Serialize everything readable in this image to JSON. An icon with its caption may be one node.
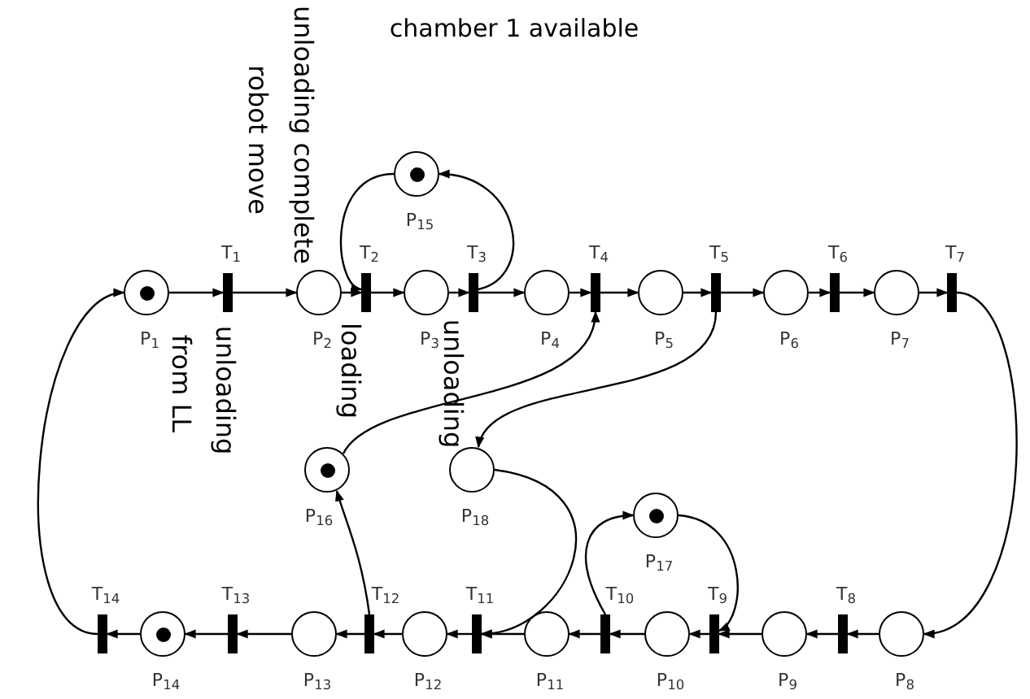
{
  "diagram": {
    "nodes": [
      {
        "text": [],
        "shape": "circle",
        "beside": [
          "P$_{1}$"
        ]
      },
      {
        "text": [],
        "shape": "circle",
        "beside": [
          "P$_{2}$"
        ]
      },
      {
        "text": [],
        "shape": "circle",
        "beside": [
          "P$_{3}$"
        ]
      },
      {
        "text": [],
        "shape": "circle",
        "beside": [
          "P$_{4}$"
        ]
      },
      {
        "text": [],
        "shape": "circle",
        "beside": [
          "P$_{5}$"
        ]
      },
      {
        "text": [],
        "shape": "circle",
        "beside": [
          "P$_{6}$"
        ]
      },
      {
        "text": [],
        "shape": "circle",
        "beside": [
          "P$_{7}$"
        ]
      },
      {
        "text": [],
        "shape": "circle",
        "beside": [
          "P$_{8}$"
        ]
      },
      {
        "text": [],
        "shape": "circle",
        "beside": [
          "P$_{9}$"
        ]
      },
      {
        "text": [],
        "shape": "circle",
        "beside": [
          "P$_{10}$"
        ]
      },
      {
        "text": [],
        "shape": "circle",
        "beside": [
          "P$_{11}$"
        ]
      },
      {
        "text": [],
        "shape": "circle",
        "beside": [
          "P$_{12}$"
        ]
      },
      {
        "text": [],
        "shape": "circle",
        "beside": [
          "P$_{13}$"
        ]
      },
      {
        "text": [],
        "shape": "circle",
        "beside": [
          "P$_{14}$"
        ]
      },
      {
        "text": [],
        "shape": "circle",
        "beside": [
          "P$_{15}$"
        ]
      },
      {
        "text": [],
        "shape": "circle",
        "beside": [
          "P$_{16}$"
        ]
      },
      {
        "text": [],
        "shape": "circle",
        "beside": [
          "P$_{17}$"
        ]
      },
      {
        "text": [],
        "shape": "circle",
        "beside": [
          "P$_{18}$"
        ]
      },
      {
        "text": [],
        "shape": "bar",
        "beside": [
          "T$_{1}$"
        ]
      },
      {
        "text": [],
        "shape": "bar",
        "beside": [
          "T$_{2}$"
        ]
      },
      {
        "text": [],
        "shape": "bar",
        "beside": [
          "T$_{3}$"
        ]
      },
      {
        "text": [],
        "shape": "bar",
        "beside": [
          "T$_{4}$"
        ]
      },
      {
        "text": [],
        "shape": "bar",
        "beside": [
          "T$_{5}$"
        ]
      },
      {
        "text": [],
        "shape": "bar",
        "beside": [
          "T$_{6}$"
        ]
      },
      {
        "text": [],
        "shape": "bar",
        "beside": [
          "T$_{7}$"
        ]
      },
      {
        "text": [],
        "shape": "bar",
        "beside": [
          "T$_{8}$"
        ]
      },
      {
        "text": [],
        "shape": "bar",
        "beside": [
          "T$_{9}$"
        ]
      },
      {
        "text": [],
        "shape": "bar",
        "beside": [
          "T$_{10}$"
        ]
      },
      {
        "text": [],
        "shape": "bar",
        "beside": [
          "T$_{11}$"
        ]
      },
      {
        "text": [],
        "shape": "bar",
        "beside": [
          "T$_{12}$"
        ]
      },
      {
        "text": [],
        "shape": "bar",
        "beside": [
          "T$_{13}$"
        ]
      },
      {
        "text": [],
        "shape": "bar",
        "beside": [
          "T$_{14}$"
        ]
      }
    ],
    "edges": [
      {
        "from": 0,
        "to": 18,
        "arrow": "to"
      },
      {
        "from": 18,
        "to": 1,
        "arrow": "to"
      },
      {
        "from": 1,
        "to": 19,
        "arrow": "to"
      },
      {
        "from": 19,
        "to": 2,
        "arrow": "to"
      },
      {
        "from": 2,
        "to": 20,
        "arrow": "to"
      },
      {
        "from": 20,
        "to": 3,
        "arrow": "to"
      },
      {
        "from": 3,
        "to": 21,
        "arrow": "to"
      },
      {
        "from": 21,
        "to": 4,
        "arrow": "to"
      },
      {
        "from": 4,
        "to": 22,
        "arrow": "to"
      },
      {
        "from": 22,
        "to": 5,
        "arrow": "to"
      },
      {
        "from": 5,
        "to": 23,
        "arrow": "to"
      },
      {
        "from": 23,
        "to": 6,
        "arrow": "to"
      },
      {
        "from": 6,
        "to": 24,
        "arrow": "to"
      },
      {
        "from": 24,
        "to": 7,
        "arrow": "to"
      },
      {
        "from": 7,
        "to": 25,
        "arrow": "to"
      },
      {
        "from": 25,
        "to": 8,
        "arrow": "to"
      },
      {
        "from": 8,
        "to": 26,
        "arrow": "to"
      },
      {
        "from": 26,
        "to": 9,
        "arrow": "to"
      },
      {
        "from": 9,
        "to": 27,
        "arrow": "to"
      },
      {
        "from": 27,
        "to": 10,
        "arrow": "to"
      },
      {
        "from": 10,
        "to": 28,
        "arrow": "to"
      },
      {
        "from": 28,
        "to": 11,
        "arrow": "to"
      },
      {
        "from": 11,
        "to": 29,
        "arrow": "to"
      },
      {
        "from": 29,
        "to": 12,
        "arrow": "to"
      },
      {
        "from": 12,
        "to": 30,
        "arrow": "to"
      },
      {
        "from": 30,
        "to": 13,
        "arrow": "to"
      },
      {
        "from": 13,
        "to": 31,
        "arrow": "to"
      },
      {
        "from": 31,
        "to": 0,
        "arrow": "to"
      },
      {
        "from": 14,
        "to": 19,
        "arrow": "to"
      },
      {
        "from": 20,
        "to": 14,
        "arrow": "to"
      },
      {
        "from": 29,
        "to": 15,
        "arrow": "to"
      },
      {
        "from": 15,
        "to": 21,
        "arrow": "to"
      },
      {
        "from": 22,
        "to": 17,
        "arrow": "to"
      },
      {
        "from": 17,
        "to": 28,
        "arrow": "to"
      },
      {
        "from": 27,
        "to": 16,
        "arrow": "to"
      },
      {
        "from": 16,
        "to": 26,
        "arrow": "to"
      }
    ],
    "labels": [
      "chamber 1 available",
      "unloading complete",
      "robot move",
      "unloading",
      "from LL",
      "loading",
      "unloading"
    ]
  }
}
